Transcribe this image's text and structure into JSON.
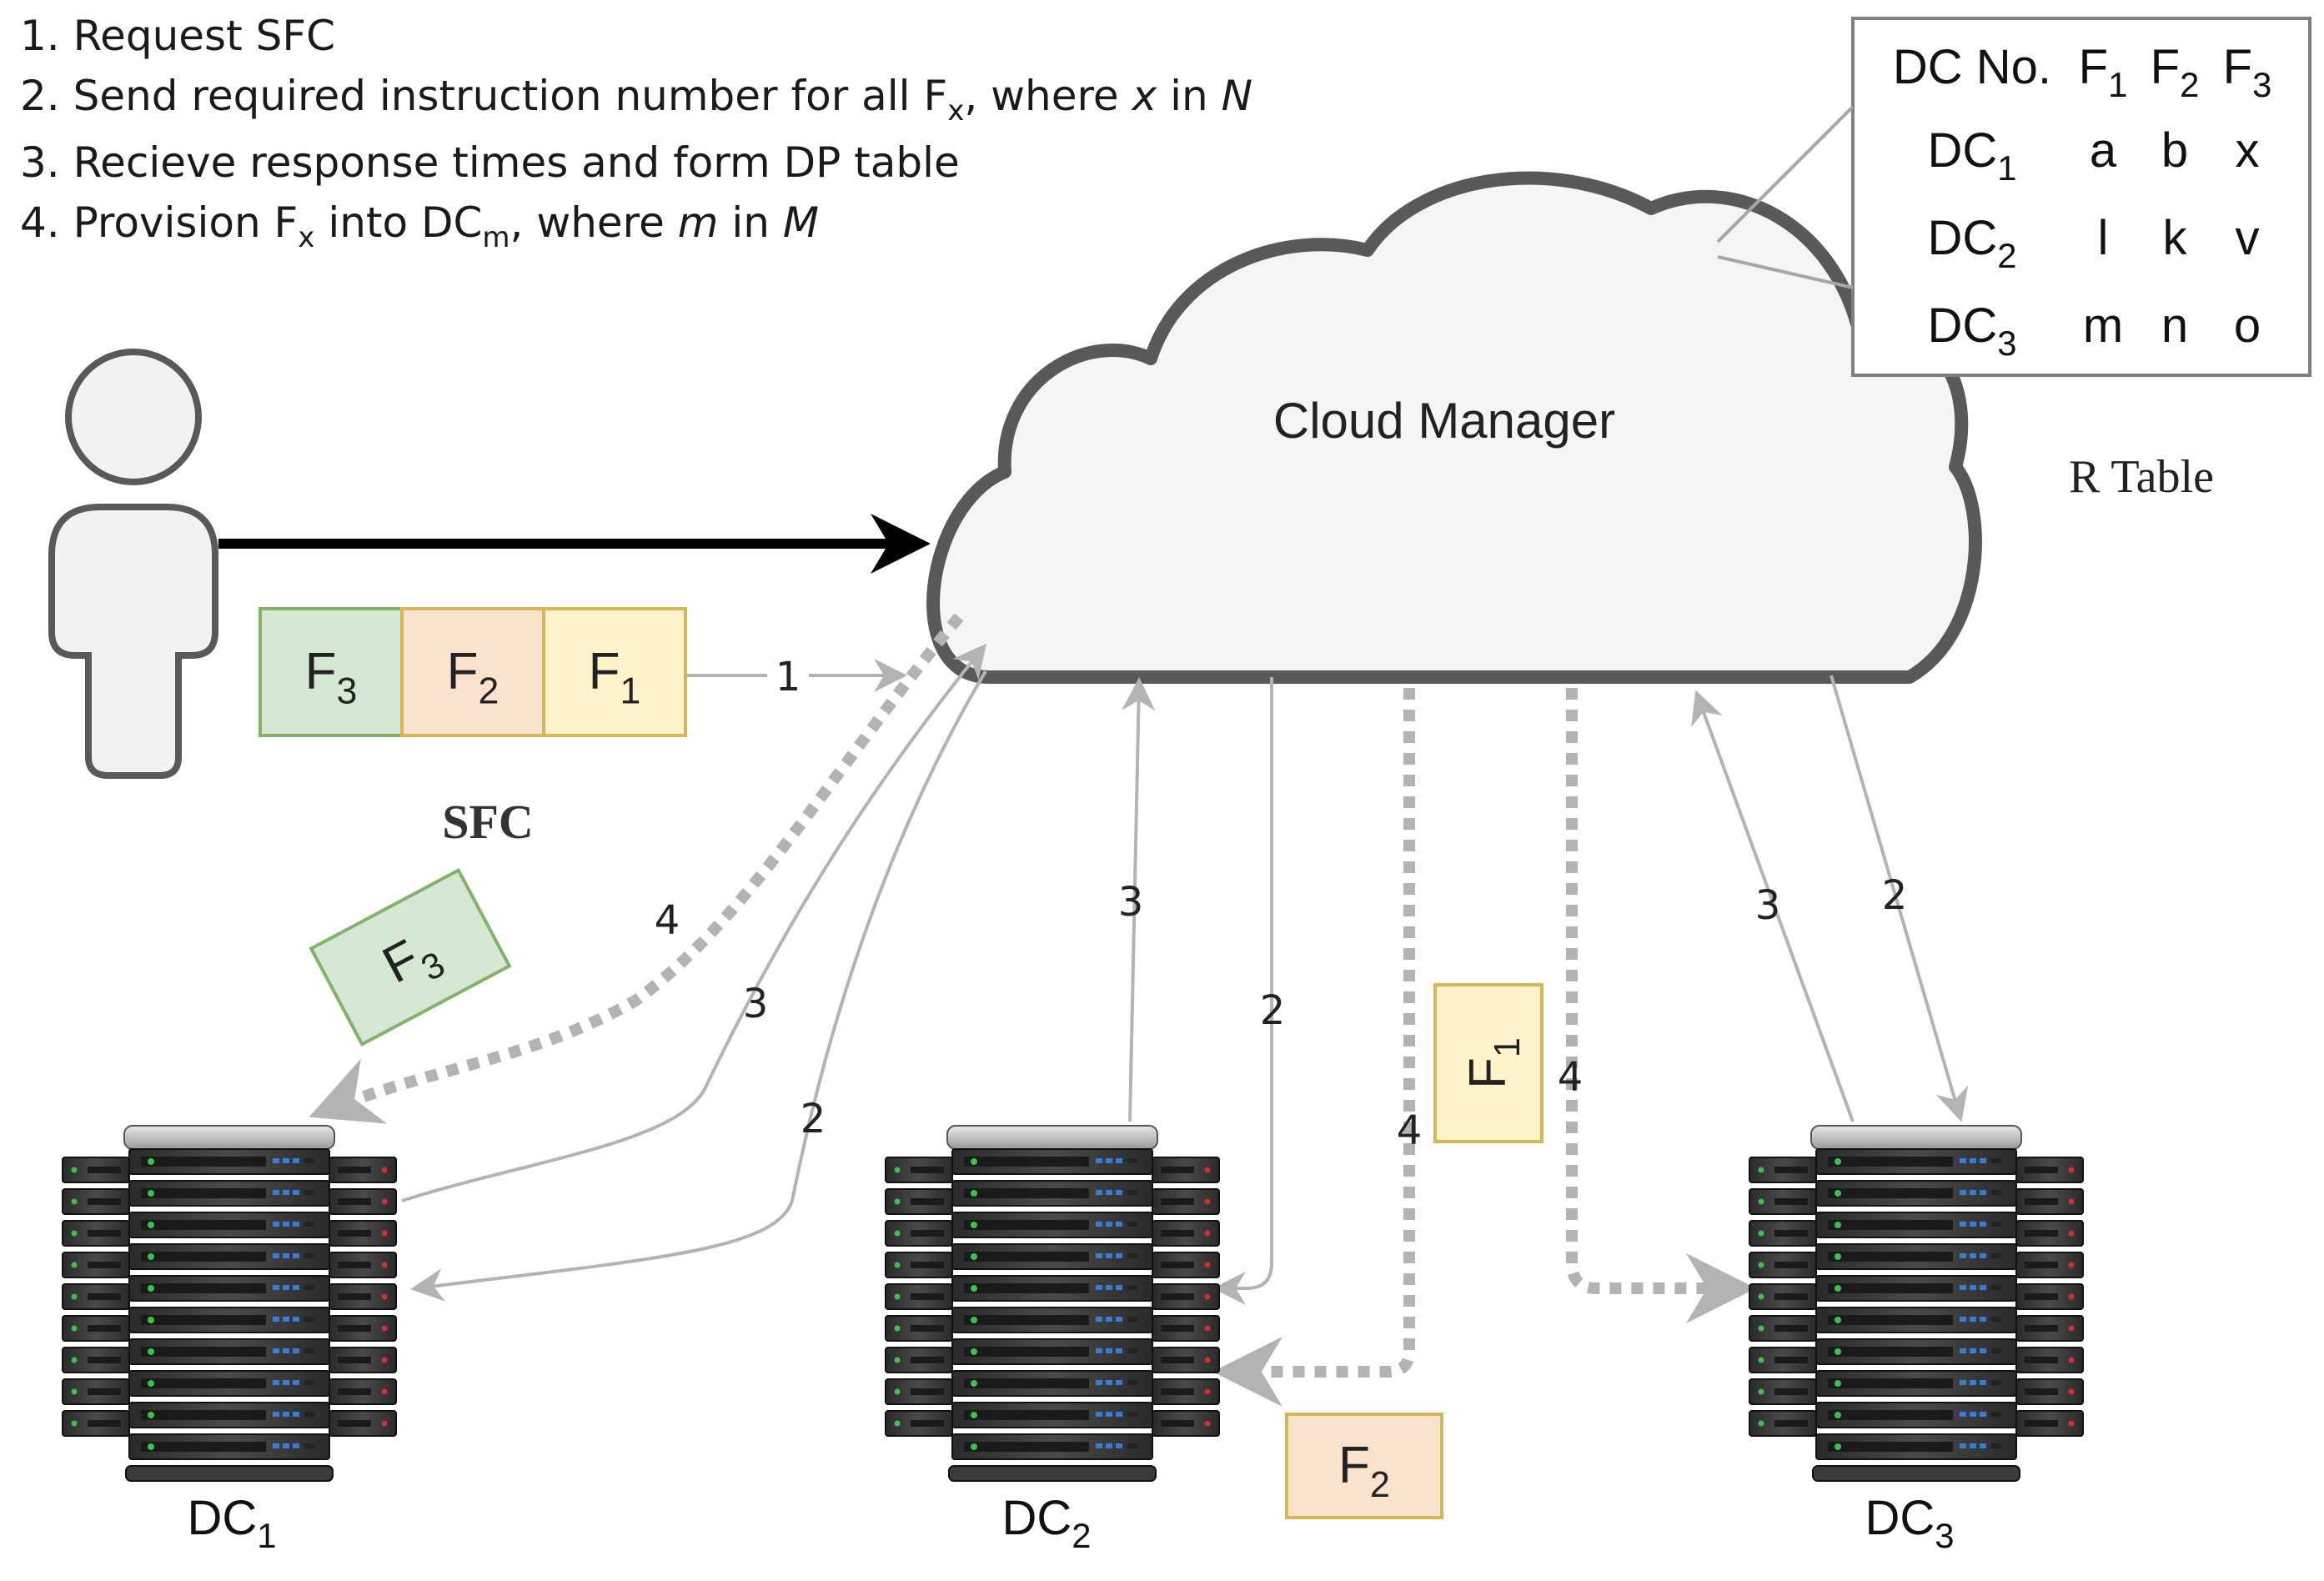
{
  "steps": [
    {
      "num": "1.",
      "parts": [
        {
          "t": "Request SFC"
        }
      ]
    },
    {
      "num": "2.",
      "parts": [
        {
          "t": "Send required instruction number for all F"
        },
        {
          "t": "x",
          "sub": true
        },
        {
          "t": ", where "
        },
        {
          "t": "x",
          "it": true
        },
        {
          "t": " in "
        },
        {
          "t": "N",
          "it": true
        }
      ]
    },
    {
      "num": "3.",
      "parts": [
        {
          "t": "Recieve response times and form DP table"
        }
      ]
    },
    {
      "num": "4.",
      "parts": [
        {
          "t": "Provision F"
        },
        {
          "t": "x",
          "sub": true
        },
        {
          "t": " into DC"
        },
        {
          "t": "m",
          "sub": true
        },
        {
          "t": ", where "
        },
        {
          "t": "m",
          "it": true
        },
        {
          "t": " in "
        },
        {
          "t": "M",
          "it": true
        }
      ]
    }
  ],
  "cloud_label": "Cloud Manager",
  "sfc_label": "SFC",
  "r_table": {
    "caption": "R Table",
    "header": {
      "first": "DC No.",
      "cols": [
        {
          "base": "F",
          "sub": "1"
        },
        {
          "base": "F",
          "sub": "2"
        },
        {
          "base": "F",
          "sub": "3"
        }
      ]
    },
    "rows": [
      {
        "dc": {
          "base": "DC",
          "sub": "1"
        },
        "vals": [
          "a",
          "b",
          "x"
        ]
      },
      {
        "dc": {
          "base": "DC",
          "sub": "2"
        },
        "vals": [
          "l",
          "k",
          "v"
        ]
      },
      {
        "dc": {
          "base": "DC",
          "sub": "3"
        },
        "vals": [
          "m",
          "n",
          "o"
        ]
      }
    ]
  },
  "sfc_chain": [
    {
      "base": "F",
      "sub": "3",
      "fill": "#d5e8d4",
      "stroke": "#82b366"
    },
    {
      "base": "F",
      "sub": "2",
      "fill": "#fae3cd",
      "stroke": "#d6b656"
    },
    {
      "base": "F",
      "sub": "1",
      "fill": "#fff3cc",
      "stroke": "#d6b656"
    }
  ],
  "floating_functions": {
    "f3": {
      "base": "F",
      "sub": "3",
      "fill": "#d5e8d4",
      "stroke": "#82b366"
    },
    "f1": {
      "base": "F",
      "sub": "1",
      "fill": "#fff3cc",
      "stroke": "#d6b656"
    },
    "f2": {
      "base": "F",
      "sub": "2",
      "fill": "#fae3cd",
      "stroke": "#d6b656"
    }
  },
  "datacenters": [
    {
      "base": "DC",
      "sub": "1"
    },
    {
      "base": "DC",
      "sub": "2"
    },
    {
      "base": "DC",
      "sub": "3"
    }
  ],
  "edge_labels": {
    "request": "1",
    "dc1_response": "3",
    "dc1_instruction": "2",
    "dc1_provision": "4",
    "dc2_response": "3",
    "dc2_instruction": "2",
    "dc2_provision": "4",
    "dc3_response": "3",
    "dc3_instruction": "2",
    "dc3_provision": "4"
  },
  "colors": {
    "arrow": "#b3b3b3",
    "cloud_stroke": "#595959",
    "cloud_fill": "#f5f5f5"
  }
}
